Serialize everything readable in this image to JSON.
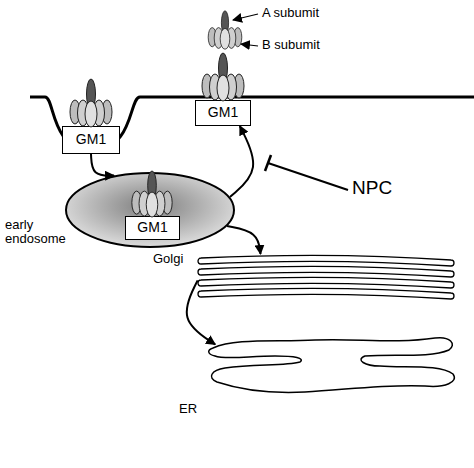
{
  "diagram": {
    "nodes": [
      {
        "text": [
          "GM1"
        ]
      },
      {
        "text": [
          "GM1"
        ]
      },
      {
        "text": [
          "early endosome"
        ]
      },
      {
        "text": [
          "GM1"
        ],
        "in": 2
      },
      {
        "text": [
          "Golgi"
        ]
      },
      {
        "text": [
          "ER"
        ]
      }
    ],
    "edges": [
      {
        "from": 0,
        "to": 2,
        "arrow": "to"
      },
      {
        "from": 2,
        "to": 1,
        "arrow": "to"
      },
      {
        "from": 2,
        "to": 4,
        "arrow": "to"
      },
      {
        "from": 4,
        "to": 5,
        "arrow": "to"
      }
    ],
    "labels": [
      "A subumit",
      "B subumit",
      "NPC"
    ]
  }
}
